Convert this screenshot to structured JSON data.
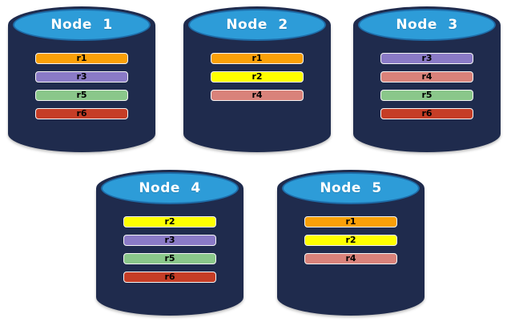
{
  "diagram": {
    "background": "#FFFFFF",
    "colors": {
      "body_navy": "#1F2B4D",
      "cap_blue": "#2D9CD8",
      "cap_outline": "#1E6CA8",
      "bar_border": "#F5F5F5",
      "node_label_text": "#FFFFFF",
      "bar_label_text": "#000000"
    },
    "replica_colors": {
      "r1": "#F9A008",
      "r2": "#FFFF00",
      "r3": "#8A7AC6",
      "r4": "#D9827A",
      "r5": "#8AC78A",
      "r6": "#C53D26"
    },
    "nodes": [
      {
        "name": "Node 1",
        "replicas": [
          "r1",
          "r3",
          "r5",
          "r6"
        ]
      },
      {
        "name": "Node 2",
        "replicas": [
          "r1",
          "r2",
          "r4"
        ]
      },
      {
        "name": "Node 3",
        "replicas": [
          "r3",
          "r4",
          "r5",
          "r6"
        ]
      },
      {
        "name": "Node 4",
        "replicas": [
          "r2",
          "r3",
          "r5",
          "r6"
        ]
      },
      {
        "name": "Node 5",
        "replicas": [
          "r1",
          "r2",
          "r4"
        ]
      }
    ]
  }
}
